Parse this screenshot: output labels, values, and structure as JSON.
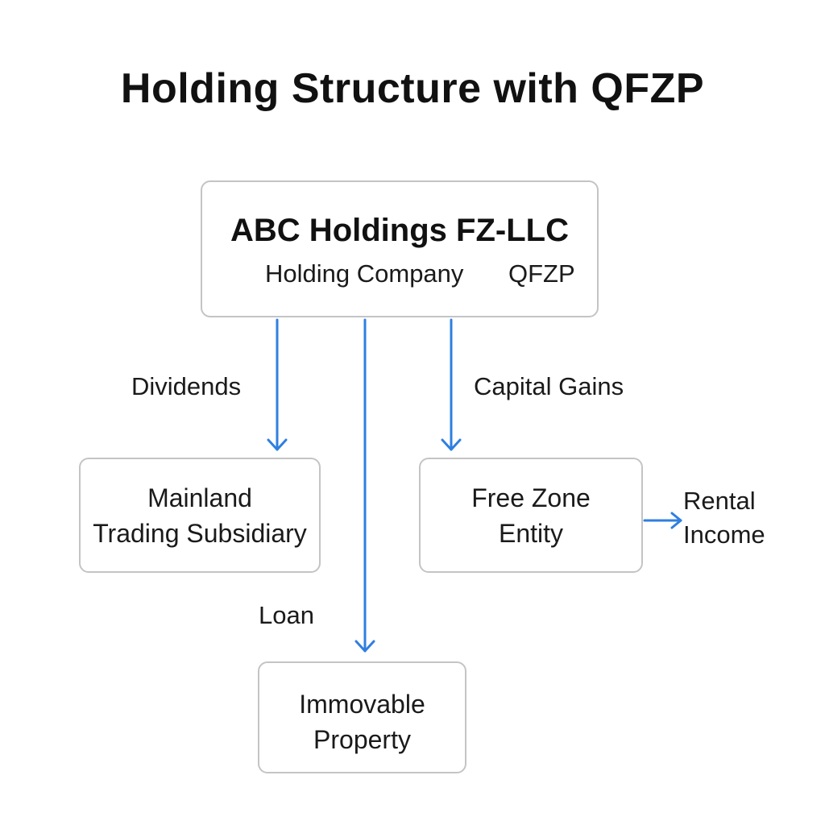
{
  "title": "Holding Structure with QFZP",
  "holding": {
    "name": "ABC Holdings FZ-LLC",
    "role": "Holding Company",
    "status": "QFZP"
  },
  "nodes": {
    "mainland": {
      "line1": "Mainland",
      "line2": "Trading Subsidiary"
    },
    "freezone": {
      "line1": "Free Zone",
      "line2": "Entity"
    },
    "property": {
      "line1": "Immovable",
      "line2": "Property"
    }
  },
  "edges": {
    "dividends": "Dividends",
    "capital_gains": "Capital Gains",
    "loan": "Loan",
    "rental_line1": "Rental",
    "rental_line2": "Income"
  },
  "colors": {
    "arrow": "#2f7fe0",
    "box_border": "#c4c4c4",
    "text": "#111111"
  }
}
